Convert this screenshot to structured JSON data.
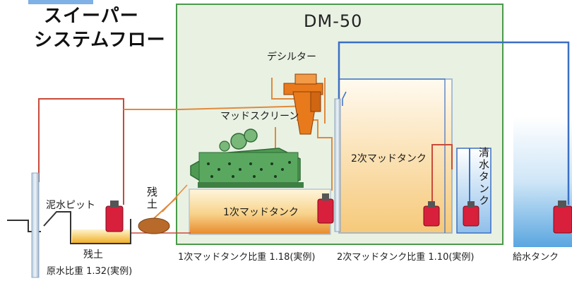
{
  "diagram": {
    "title_line1": "スイーパー",
    "title_line2": "システムフロー",
    "system_name": "DM-50",
    "labels": {
      "desilter": "デシルター",
      "mud_screen": "マッドスクリーン",
      "secondary_tank": "2次マッドタンク",
      "clean_water_tank": "清水タンク",
      "primary_tank": "1次マッドタンク",
      "residual_soil_pile": "残土",
      "mud_pit": "泥水ピット",
      "residual_soil_pit": "残土"
    },
    "captions": {
      "raw_water": "原水比重 1.32(実例)",
      "primary_ratio": "1次マッドタンク比重 1.18(実例)",
      "secondary_ratio": "2次マッドタンク比重 1.10(実例)",
      "supply_tank": "給水タンク"
    },
    "colors": {
      "frame_green": "#4a9a4a",
      "panel_bg": "#e9f1e3",
      "mud_orange": "#e58a2a",
      "clean_blue": "#3b6fc4",
      "pipe_red": "#c94a3a",
      "pump_red": "#d8203c",
      "equipment_orange": "#e87a1c",
      "screen_green": "#4e9a52"
    }
  }
}
